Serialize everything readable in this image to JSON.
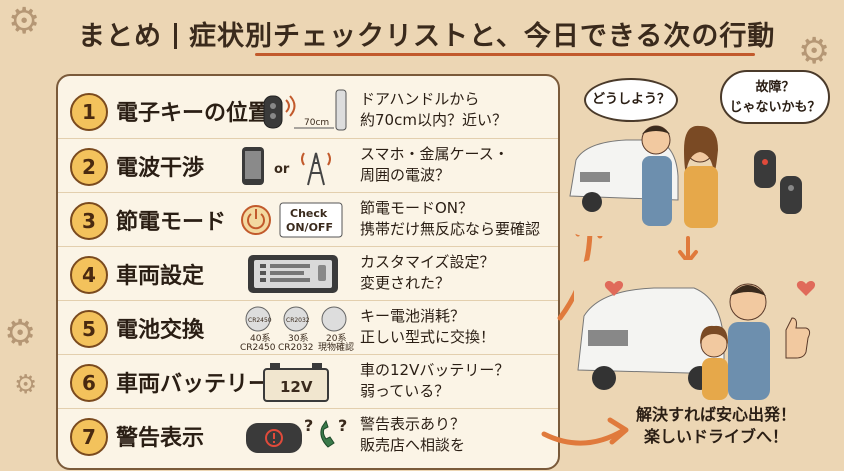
{
  "title": {
    "prefix": "まとめ",
    "main": "症状別チェックリストと、今日できる次の行動"
  },
  "items": [
    {
      "num": "1",
      "label": "電子キーの位置",
      "icon": "key-fob-distance-icon",
      "desc": [
        "ドアハンドルから",
        "約70cm以内？近い？"
      ]
    },
    {
      "num": "2",
      "label": "電波干渉",
      "icon": "phone-or-tower-icon",
      "desc": [
        "スマホ・金属ケース・",
        "周囲の電波？"
      ]
    },
    {
      "num": "3",
      "label": "節電モード",
      "icon": "power-button-icon",
      "desc": [
        "節電モードON？",
        "携帯だけ無反応なら要確認"
      ]
    },
    {
      "num": "4",
      "label": "車両設定",
      "icon": "dashboard-display-icon",
      "desc": [
        "カスタマイズ設定？",
        "変更された？"
      ]
    },
    {
      "num": "5",
      "label": "電池交換",
      "icon": "coin-battery-icon",
      "desc": [
        "キー電池消耗？",
        "正しい型式に交換！"
      ]
    },
    {
      "num": "6",
      "label": "車両バッテリー",
      "icon": "car-battery-icon",
      "desc": [
        "車の12Vバッテリー？",
        "弱っている？"
      ]
    },
    {
      "num": "7",
      "label": "警告表示",
      "icon": "warning-light-phone-icon",
      "desc": [
        "警告表示あり？",
        "販売店へ相談を"
      ]
    }
  ],
  "icon_text": {
    "distance": "70cm",
    "or": "or",
    "check_title": "Check",
    "check_sub": "ON/OFF",
    "battery_models": [
      "40系",
      "CR2450",
      "30系",
      "CR2032",
      "20系",
      "現物確認"
    ],
    "battery_coin_labels": [
      "CR2450",
      "CR2032"
    ],
    "car_battery": "12V"
  },
  "scene": {
    "bubble_left": "どうしよう？",
    "bubble_right": [
      "故障？",
      "じゃないかも？"
    ],
    "caption": [
      "解決すれば安心出発！",
      "楽しいドライブへ！"
    ]
  },
  "colors": {
    "background": "#ecd6b4",
    "card": "#fbf4e6",
    "number_badge": "#f3c25c",
    "accent": "#c25a2c",
    "arrow": "#e07a3c"
  }
}
